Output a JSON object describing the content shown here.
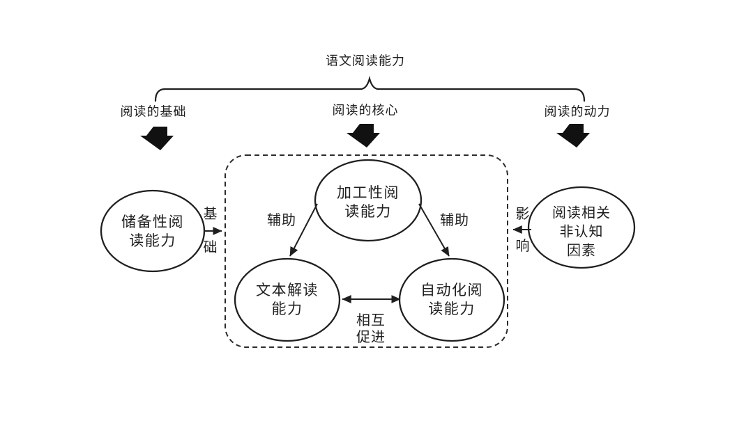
{
  "colors": {
    "ink": "#1f1f1f",
    "background": "#ffffff"
  },
  "title": "语文阅读能力",
  "branches": {
    "foundation": "阅读的基础",
    "core": "阅读的核心",
    "motivation": "阅读的动力"
  },
  "nodes": {
    "reserve": "储备性阅\n读能力",
    "processing": "加工性阅\n读能力",
    "text_decoding": "文本解读\n能力",
    "automated": "自动化阅\n读能力",
    "noncognitive": "阅读相关\n非认知\n因素"
  },
  "edge_labels": {
    "foundation_char_top": "基",
    "foundation_char_bottom": "础",
    "assist_left": "辅助",
    "assist_right": "辅助",
    "influence_char_top": "影",
    "influence_char_bottom": "响",
    "mutual_promotion": "相互\n促进"
  }
}
